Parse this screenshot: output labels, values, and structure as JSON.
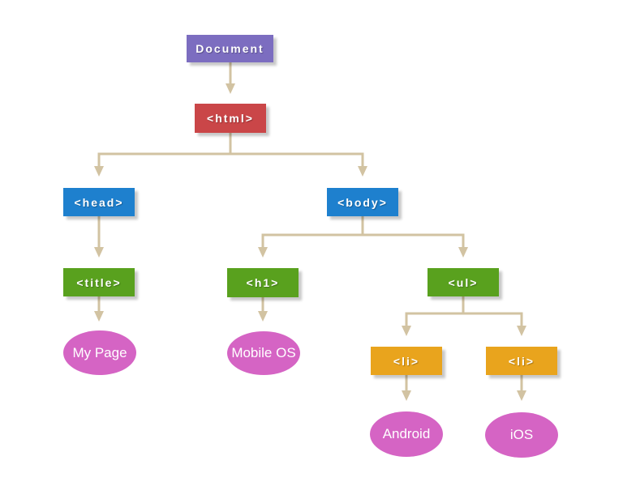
{
  "diagram": {
    "type": "tree",
    "description_visible": false,
    "connector_color": "#D2C3A2"
  },
  "colors": {
    "document_node": "#7C6DC0",
    "html_node": "#CA4648",
    "head_body_nodes": "#1E80CE",
    "title_h1_ul_nodes": "#59A11E",
    "li_nodes": "#E9A41D",
    "text_value_nodes": "#D564C4",
    "connector": "#D2C3A2",
    "label_text": "#FFFFFF",
    "background": "#FFFFFF"
  },
  "nodes": {
    "document": {
      "label": "Document",
      "shape": "rect"
    },
    "html": {
      "label": "<html>",
      "shape": "rect"
    },
    "head": {
      "label": "<head>",
      "shape": "rect"
    },
    "body": {
      "label": "<body>",
      "shape": "rect"
    },
    "title": {
      "label": "<title>",
      "shape": "rect"
    },
    "h1": {
      "label": "<h1>",
      "shape": "rect"
    },
    "ul": {
      "label": "<ul>",
      "shape": "rect"
    },
    "li1": {
      "label": "<li>",
      "shape": "rect"
    },
    "li2": {
      "label": "<li>",
      "shape": "rect"
    },
    "my_page": {
      "label": "My Page",
      "shape": "ellipse"
    },
    "mobile_os": {
      "label": "Mobile OS",
      "shape": "ellipse"
    },
    "android": {
      "label": "Android",
      "shape": "ellipse"
    },
    "ios": {
      "label": "iOS",
      "shape": "ellipse"
    }
  },
  "edges": [
    {
      "from": "document",
      "to": "html"
    },
    {
      "from": "html",
      "to": "head"
    },
    {
      "from": "html",
      "to": "body"
    },
    {
      "from": "head",
      "to": "title"
    },
    {
      "from": "title",
      "to": "my_page"
    },
    {
      "from": "body",
      "to": "h1"
    },
    {
      "from": "body",
      "to": "ul"
    },
    {
      "from": "h1",
      "to": "mobile_os"
    },
    {
      "from": "ul",
      "to": "li1"
    },
    {
      "from": "ul",
      "to": "li2"
    },
    {
      "from": "li1",
      "to": "android"
    },
    {
      "from": "li2",
      "to": "ios"
    }
  ]
}
